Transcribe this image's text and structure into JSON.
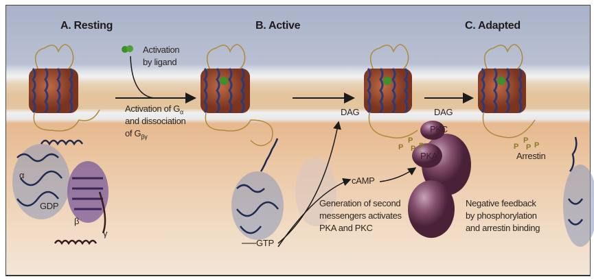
{
  "panels": {
    "resting": "A. Resting",
    "active": "B. Active",
    "adapted": "C. Adapted"
  },
  "labels": {
    "activation_ligand_1": "Activation",
    "activation_ligand_2": "by ligand",
    "activation_galpha_1": "Activation of G",
    "galpha_sub": "α",
    "activation_galpha_2": "and dissociation",
    "activation_galpha_3": "of G",
    "gbg_sub": "βγ",
    "alpha": "α",
    "beta": "β",
    "gamma": "γ",
    "gdp": "GDP",
    "gtp": "GTP",
    "dag_1": "DAG",
    "dag_2": "DAG",
    "pkc": "PKC",
    "pka": "PKA",
    "camp": "cAMP",
    "arrestin": "Arrestin",
    "phosphate": "P",
    "second_messengers_1": "Generation of second",
    "second_messengers_2": "messengers activates",
    "second_messengers_3": "PKA and PKC",
    "negative_feedback_1": "Negative feedback",
    "negative_feedback_2": "by phosphorylation",
    "negative_feedback_3": "and arrestin binding"
  },
  "colors": {
    "receptor": "#9a4a2a",
    "helix": "#2b3a78",
    "ligand": "#3f8f2a",
    "kinase": "#7a3f5c",
    "loop": "#b08a3a"
  }
}
